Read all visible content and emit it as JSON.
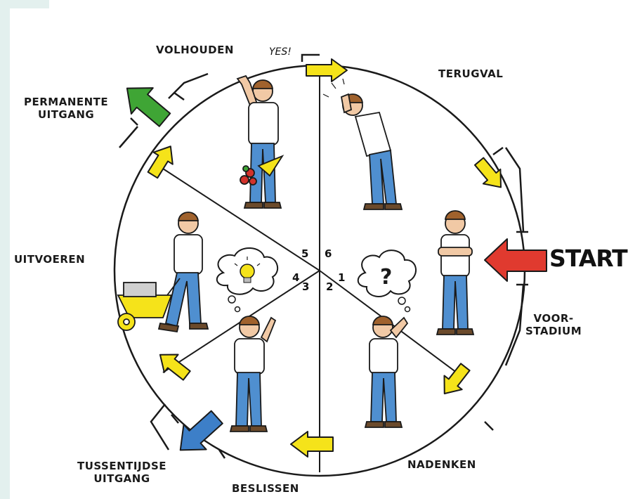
{
  "labels": {
    "volhouden": "VOLHOUDEN",
    "terugval": "TERUGVAL",
    "permanente_uitgang": "PERMANENTE\nUITGANG",
    "uitvoeren": "UITVOEREN",
    "voorstadium": "VOOR-\nSTADIUM",
    "tussentijdse_uitgang": "TUSSENTIJDSE\nUITGANG",
    "beslissen": "BESLISSEN",
    "nadenken": "NADENKEN",
    "start": "START",
    "yes": "YES!"
  },
  "segments": [
    "1",
    "2",
    "3",
    "4",
    "5",
    "6"
  ],
  "colors": {
    "arrow_yellow": "#f5e31a",
    "arrow_green": "#3fa535",
    "arrow_blue": "#3d7fc8",
    "arrow_red": "#e03a2f",
    "shirt": "#ffffff",
    "jeans": "#4f8fd0",
    "skin": "#f1c9a5",
    "hair": "#a0622d",
    "line": "#1a1a1a"
  },
  "icons": [
    "question-mark-icon",
    "lightbulb-icon",
    "wheelbarrow-icon",
    "flowers-icon"
  ]
}
